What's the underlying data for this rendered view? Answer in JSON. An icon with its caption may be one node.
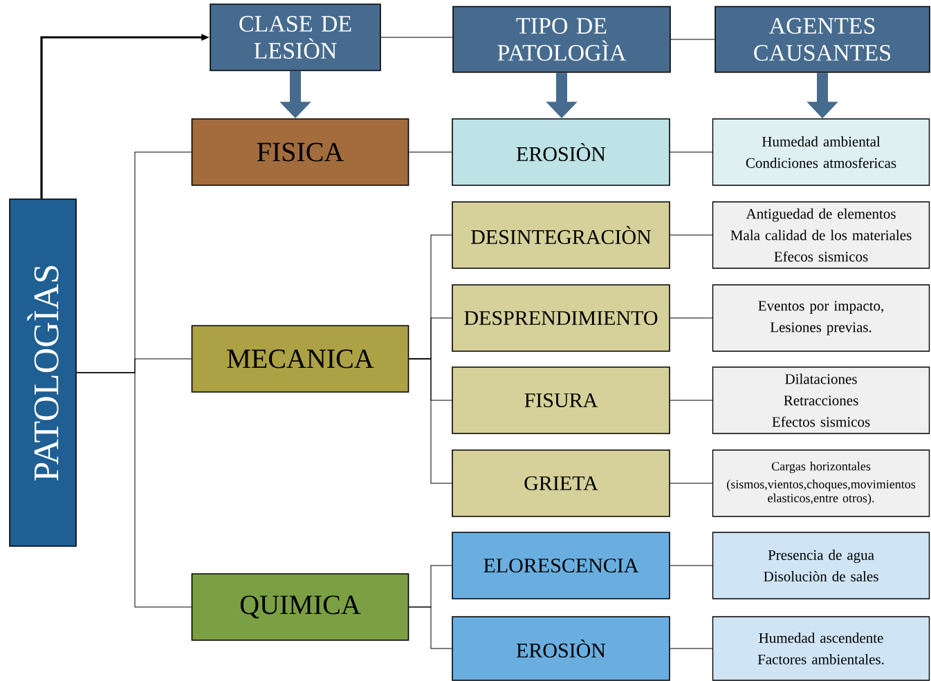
{
  "diagram": {
    "nodes": [
      {
        "text": [
          "PATOLOGÌAS"
        ]
      },
      {
        "text": [
          "CLASE DE LESIÒN"
        ]
      },
      {
        "text": [
          "TIPO DE PATOLOGÌA"
        ]
      },
      {
        "text": [
          "AGENTES CAUSANTES"
        ]
      },
      {
        "text": [
          "FISICA"
        ]
      },
      {
        "text": [
          "MECANICA"
        ]
      },
      {
        "text": [
          "QUIMICA"
        ]
      },
      {
        "text": [
          "EROSIÒN"
        ]
      },
      {
        "text": [
          "DESINTEGRACIÒN"
        ]
      },
      {
        "text": [
          "DESPRENDIMIENTO"
        ]
      },
      {
        "text": [
          "FISURA"
        ]
      },
      {
        "text": [
          "GRIETA"
        ]
      },
      {
        "text": [
          "ELORESCENCIA"
        ]
      },
      {
        "text": [
          "EROSIÒN"
        ]
      },
      {
        "text": [
          "Humedad ambiental",
          "Condiciones atmosfericas"
        ]
      },
      {
        "text": [
          "Antiguedad de elementos",
          "Mala calidad de los materiales",
          "Efecos sismicos"
        ]
      },
      {
        "text": [
          "Eventos por impacto,",
          "Lesiones previas."
        ]
      },
      {
        "text": [
          "Dilataciones",
          "Retracciones",
          "Efectos sismicos"
        ]
      },
      {
        "text": [
          "Cargas horizontales",
          "(sismos,vientos,choques,movimientos elasticos,entre otros)."
        ]
      },
      {
        "text": [
          "Presencia de agua",
          "Disoluciòn de sales"
        ]
      },
      {
        "text": [
          "Humedad ascendente",
          "Factores ambientales."
        ]
      }
    ],
    "edges": [
      {
        "from": 0,
        "to": 1,
        "arrow": "to",
        "style": "thick"
      },
      {
        "from": 1,
        "to": 2,
        "arrow": "none"
      },
      {
        "from": 2,
        "to": 3,
        "arrow": "none"
      },
      {
        "from": 1,
        "to": 4,
        "arrow": "to",
        "style": "thick",
        "color": "#466b8e"
      },
      {
        "from": 2,
        "to": 7,
        "arrow": "to",
        "style": "thick",
        "color": "#466b8e"
      },
      {
        "from": 3,
        "to": 14,
        "arrow": "to",
        "style": "thick",
        "color": "#466b8e"
      },
      {
        "from": 0,
        "to": 4,
        "arrow": "none"
      },
      {
        "from": 0,
        "to": 5,
        "arrow": "none"
      },
      {
        "from": 0,
        "to": 6,
        "arrow": "none"
      },
      {
        "from": 4,
        "to": 7,
        "arrow": "none"
      },
      {
        "from": 5,
        "to": 8,
        "arrow": "none"
      },
      {
        "from": 5,
        "to": 9,
        "arrow": "none"
      },
      {
        "from": 5,
        "to": 10,
        "arrow": "none"
      },
      {
        "from": 5,
        "to": 11,
        "arrow": "none"
      },
      {
        "from": 6,
        "to": 12,
        "arrow": "none"
      },
      {
        "from": 6,
        "to": 13,
        "arrow": "none"
      },
      {
        "from": 7,
        "to": 14,
        "arrow": "none"
      },
      {
        "from": 8,
        "to": 15,
        "arrow": "none"
      },
      {
        "from": 9,
        "to": 16,
        "arrow": "none"
      },
      {
        "from": 10,
        "to": 17,
        "arrow": "none"
      },
      {
        "from": 11,
        "to": 18,
        "arrow": "none"
      },
      {
        "from": 12,
        "to": 19,
        "arrow": "none"
      },
      {
        "from": 13,
        "to": 20,
        "arrow": "none"
      }
    ]
  }
}
